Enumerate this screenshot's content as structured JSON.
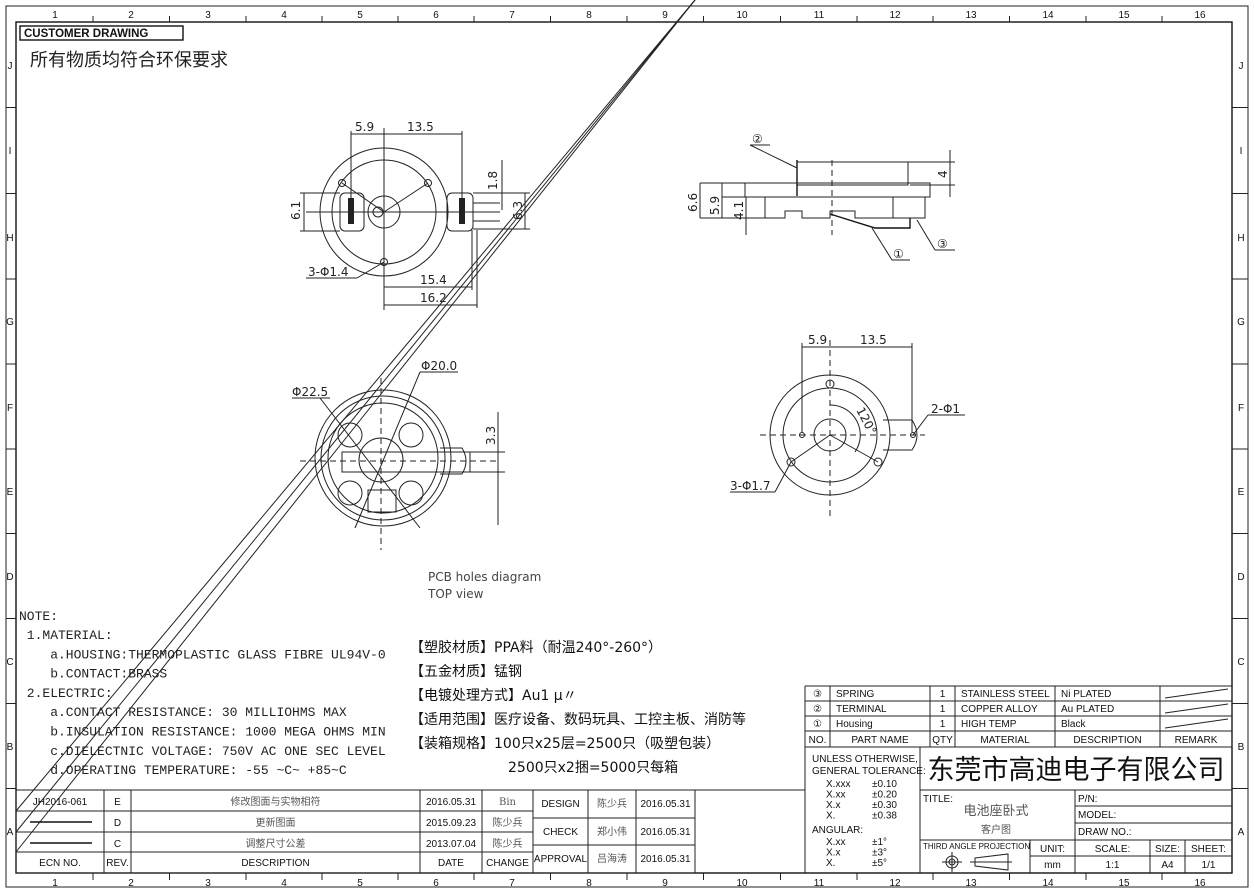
{
  "header": {
    "customer_drawing": "CUSTOMER DRAWING",
    "env_note": "所有物质均符合环保要求"
  },
  "grid": {
    "columns": [
      "1",
      "2",
      "3",
      "4",
      "5",
      "6",
      "7",
      "8",
      "9",
      "10",
      "11",
      "12",
      "13",
      "14",
      "15",
      "16"
    ],
    "rows": [
      "J",
      "I",
      "H",
      "G",
      "F",
      "E",
      "D",
      "C",
      "B",
      "A"
    ]
  },
  "top_view": {
    "dim_a": "5.9",
    "dim_b": "13.5",
    "dim_c": "1.8",
    "dim_d": "6.1",
    "dim_e": "6.3",
    "holes": "3-Φ1.4",
    "dim_f": "15.4",
    "dim_g": "16.2"
  },
  "side_view": {
    "callout_2": "②",
    "callout_1": "①",
    "callout_3": "③",
    "dim_a": "6.6",
    "dim_b": "5.9",
    "dim_c": "4.1",
    "dim_d": "4"
  },
  "pcb_view": {
    "dia_outer": "Φ22.5",
    "dia_inner": "Φ20.0",
    "dim_a": "3.3",
    "caption_1": "PCB holes diagram",
    "caption_2": "TOP view"
  },
  "bottom_view": {
    "dim_a": "5.9",
    "dim_b": "13.5",
    "angle": "120°",
    "holes_small": "2-Φ1",
    "holes": "3-Φ1.7"
  },
  "notes": {
    "title": "NOTE:",
    "lines": [
      " 1.MATERIAL:",
      "    a.HOUSING:THERMOPLASTIC GLASS FIBRE UL94V-0",
      "    b.CONTACT:BRASS",
      " 2.ELECTRIC:",
      "    a.CONTACT RESISTANCE: 30 MILLIOHMS MAX",
      "    b.INSULATION RESISTANCE: 1000 MEGA OHMS MIN",
      "    c.DIELECTNIC VOLTAGE: 750V AC ONE SEC LEVEL",
      "    d.OPERATING TEMPERATURE: -55 ~C~ +85~C"
    ]
  },
  "specs": [
    "【塑胶材质】PPA料（耐温240°-260°）",
    "【五金材质】锰钢",
    "【电镀处理方式】Au1 μ〃",
    "【适用范围】医疗设备、数码玩具、工控主板、消防等",
    "【装箱规格】100只x25层=2500只（吸塑包装）",
    "2500只x2捆=5000只每箱"
  ],
  "bom": {
    "headers": [
      "NO.",
      "PART NAME",
      "QTY",
      "MATERIAL",
      "DESCRIPTION",
      "REMARK"
    ],
    "rows": [
      [
        "③",
        "SPRING",
        "1",
        "STAINLESS STEEL",
        "Ni PLATED",
        ""
      ],
      [
        "②",
        "TERMINAL",
        "1",
        "COPPER ALLOY",
        "Au PLATED",
        ""
      ],
      [
        "①",
        "Housing",
        "1",
        "HIGH TEMP",
        "Black",
        ""
      ]
    ]
  },
  "tolerance": {
    "heading_1": "UNLESS OTHERWISE,",
    "heading_2": "GENERAL TOLERANCE:",
    "linear": [
      [
        "X.xxx",
        "±0.10"
      ],
      [
        "X.xx",
        "±0.20"
      ],
      [
        "X.x",
        "±0.30"
      ],
      [
        "X.",
        "±0.38"
      ]
    ],
    "angular_label": "ANGULAR:",
    "angular": [
      [
        "X.xx",
        "±1°"
      ],
      [
        "X.x",
        "±3°"
      ],
      [
        "X.",
        "±5°"
      ]
    ]
  },
  "title_block": {
    "company": "东莞市高迪电子有限公司",
    "title_label": "TITLE:",
    "title": "电池座卧式",
    "subtitle": "客户图",
    "pn_label": "P/N:",
    "model_label": "MODEL:",
    "draw_no_label": "DRAW NO.:",
    "projection": "THIRD ANGLE PROJECTION",
    "unit_label": "UNIT:",
    "unit": "mm",
    "scale_label": "SCALE:",
    "scale": "1:1",
    "size_label": "SIZE:",
    "size": "A4",
    "sheet_label": "SHEET:",
    "sheet": "1/1"
  },
  "revisions": {
    "headers": [
      "ECN NO.",
      "REV.",
      "DESCRIPTION",
      "DATE",
      "CHANGE"
    ],
    "rows": [
      [
        "JH2016-061",
        "E",
        "修改图面与实物相符",
        "2016.05.31",
        "Bin"
      ],
      [
        "",
        "D",
        "更新图面",
        "2015.09.23",
        "陈少兵"
      ],
      [
        "",
        "C",
        "调整尺寸公差",
        "2013.07.04",
        "陈少兵"
      ]
    ]
  },
  "approvals": [
    [
      "DESIGN",
      "陈少兵",
      "2016.05.31"
    ],
    [
      "CHECK",
      "郑小伟",
      "2016.05.31"
    ],
    [
      "APPROVAL",
      "吕海涛",
      "2016.05.31"
    ]
  ]
}
